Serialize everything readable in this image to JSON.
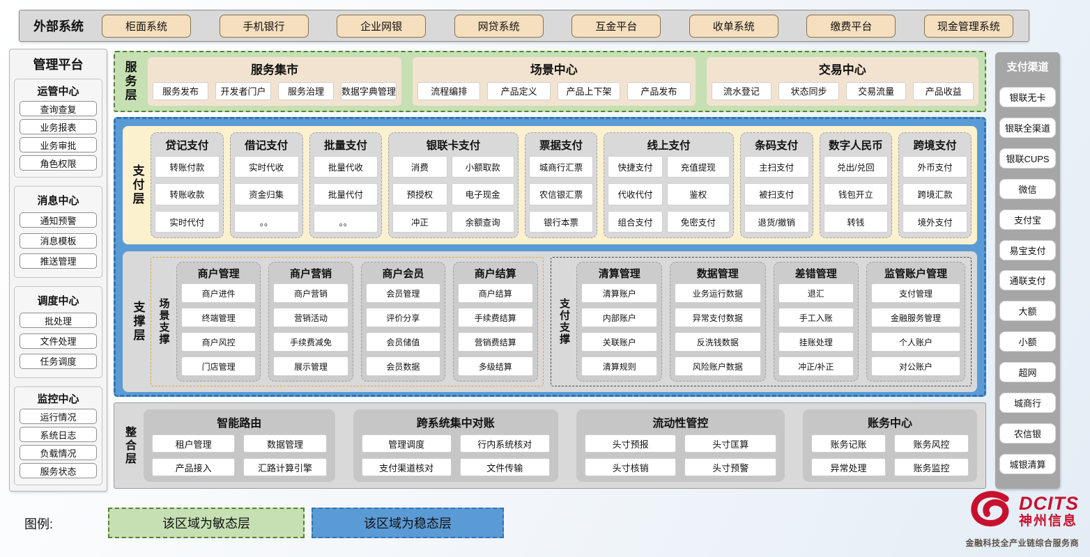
{
  "external_systems": {
    "label": "外部系统",
    "items": [
      "柜面系统",
      "手机银行",
      "企业网银",
      "网贷系统",
      "互金平台",
      "收单系统",
      "缴费平台",
      "现金管理系统"
    ]
  },
  "management_platform": {
    "title": "管理平台",
    "groups": [
      {
        "title": "运管中心",
        "items": [
          "查询查复",
          "业务报表",
          "业务审批",
          "角色权限"
        ]
      },
      {
        "title": "消息中心",
        "items": [
          "通知预警",
          "消息模板",
          "推送管理"
        ]
      },
      {
        "title": "调度中心",
        "items": [
          "批处理",
          "文件处理",
          "任务调度"
        ]
      },
      {
        "title": "监控中心",
        "items": [
          "运行情况",
          "系统日志",
          "负载情况",
          "服务状态"
        ]
      }
    ]
  },
  "service_layer": {
    "label": "服务层",
    "panels": [
      {
        "title": "服务集市",
        "items": [
          "服务发布",
          "开发者门户",
          "服务治理",
          "数据字典管理"
        ]
      },
      {
        "title": "场景中心",
        "items": [
          "流程编排",
          "产品定义",
          "产品上下架",
          "产品发布"
        ]
      },
      {
        "title": "交易中心",
        "items": [
          "流水登记",
          "状态同步",
          "交易流量",
          "产品收益"
        ]
      }
    ]
  },
  "payment_layer": {
    "label": "支付层",
    "panels": [
      {
        "title": "贷记支付",
        "cols": 1,
        "items": [
          "转账付款",
          "转账收款",
          "实时代付"
        ]
      },
      {
        "title": "借记支付",
        "cols": 1,
        "items": [
          "实时代收",
          "资金归集",
          "。。"
        ]
      },
      {
        "title": "批量支付",
        "cols": 1,
        "items": [
          "批量代收",
          "批量代付",
          "。。"
        ]
      },
      {
        "title": "银联卡支付",
        "cols": 2,
        "items": [
          "消费",
          "小额取款",
          "预授权",
          "电子现金",
          "冲正",
          "余额查询"
        ]
      },
      {
        "title": "票据支付",
        "cols": 1,
        "items": [
          "城商行汇票",
          "农信银汇票",
          "银行本票"
        ]
      },
      {
        "title": "线上支付",
        "cols": 2,
        "items": [
          "快捷支付",
          "充值提现",
          "代收代付",
          "鉴权",
          "组合支付",
          "免密支付"
        ]
      },
      {
        "title": "条码支付",
        "cols": 1,
        "items": [
          "主扫支付",
          "被扫支付",
          "退货/撤销"
        ]
      },
      {
        "title": "数字人民币",
        "cols": 1,
        "items": [
          "兑出/兑回",
          "钱包开立",
          "转钱"
        ]
      },
      {
        "title": "跨境支付",
        "cols": 1,
        "items": [
          "外币支付",
          "跨境汇款",
          "境外支付"
        ]
      }
    ]
  },
  "support_layer": {
    "label": "支撑层",
    "scenario_support": {
      "label": "场景支撑",
      "panels": [
        {
          "title": "商户管理",
          "items": [
            "商户进件",
            "终端管理",
            "商户风控",
            "门店管理"
          ]
        },
        {
          "title": "商户营销",
          "items": [
            "商户营销",
            "营销活动",
            "手续费减免",
            "展示管理"
          ]
        },
        {
          "title": "商户会员",
          "items": [
            "会员管理",
            "评价分享",
            "会员储值",
            "会员数据"
          ]
        },
        {
          "title": "商户结算",
          "items": [
            "商户结算",
            "手续费结算",
            "营销费结算",
            "多级结算"
          ]
        }
      ]
    },
    "payment_support": {
      "label": "支付支撑",
      "panels": [
        {
          "title": "清算管理",
          "items": [
            "清算账户",
            "内部账户",
            "关联账户",
            "清算规则"
          ]
        },
        {
          "title": "数据管理",
          "items": [
            "业务运行数据",
            "异常支付数据",
            "反洗钱数据",
            "风险账户数据"
          ]
        },
        {
          "title": "差错管理",
          "items": [
            "退汇",
            "手工入账",
            "挂账处理",
            "冲正/补正"
          ]
        },
        {
          "title": "监管账户管理",
          "items": [
            "支付管理",
            "金融服务管理",
            "个人账户",
            "对公账户"
          ]
        }
      ]
    }
  },
  "integration_layer": {
    "label": "整合层",
    "panels": [
      {
        "title": "智能路由",
        "items": [
          "租户管理",
          "数据管理",
          "产品接入",
          "汇路计算引擎"
        ]
      },
      {
        "title": "跨系统集中对账",
        "items": [
          "管理调度",
          "行内系统核对",
          "支付渠道核对",
          "文件传输"
        ]
      },
      {
        "title": "流动性管控",
        "items": [
          "头寸预报",
          "头寸匡算",
          "头寸核销",
          "头寸预警"
        ]
      },
      {
        "title": "账务中心",
        "items": [
          "账务记账",
          "账务风控",
          "异常处理",
          "账务监控"
        ]
      }
    ]
  },
  "payment_channels": {
    "title": "支付渠道",
    "items": [
      "银联无卡",
      "银联全渠道",
      "银联CUPS",
      "微信",
      "支付宝",
      "易宝支付",
      "通联支付",
      "大额",
      "小额",
      "超网",
      "城商行",
      "农信银",
      "城银清算"
    ]
  },
  "legend": {
    "label": "图例:",
    "agile": "该区域为敏态层",
    "stable": "该区域为稳态层"
  },
  "logo": {
    "brand": "DCITS",
    "name": "神州信息",
    "tagline": "金融科技全产业链综合服务商"
  },
  "colors": {
    "agile_green": "#c6e0b4",
    "agile_green_border": "#538135",
    "stable_blue": "#5b9bd5",
    "stable_blue_border": "#2e74b5",
    "payment_cream": "#fcf1cf",
    "panel_gray": "#d9d9d9",
    "tan_button": "#f5dfbe",
    "scenario_orange_border": "#e8a33d",
    "brand_red": "#c8102e"
  }
}
